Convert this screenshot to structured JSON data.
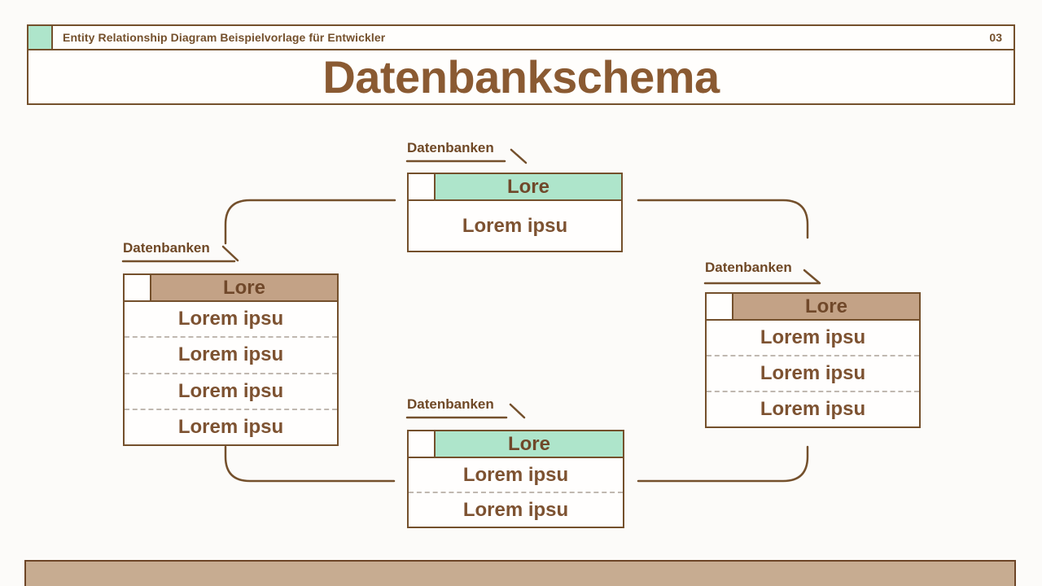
{
  "slide": {
    "kicker": "Entity Relationship Diagram Beispielvorlage für Entwickler",
    "page_number": "03",
    "title": "Datenbankschema"
  },
  "entities": {
    "top": {
      "label": "Datenbanken",
      "header": "Lore",
      "rows": [
        "Lorem ipsu"
      ]
    },
    "left": {
      "label": "Datenbanken",
      "header": "Lore",
      "rows": [
        "Lorem ipsu",
        "Lorem ipsu",
        "Lorem ipsu",
        "Lorem ipsu"
      ]
    },
    "right": {
      "label": "Datenbanken",
      "header": "Lore",
      "rows": [
        "Lorem ipsu",
        "Lorem ipsu",
        "Lorem ipsu"
      ]
    },
    "bottom": {
      "label": "Datenbanken",
      "header": "Lore",
      "rows": [
        "Lorem ipsu",
        "Lorem ipsu"
      ]
    }
  },
  "colors": {
    "brown": "#74502c",
    "title_brown": "#8a5a32",
    "teal": "#aee5cb",
    "tan": "#c3a286",
    "bottom_bar": "#c7ac91",
    "dash_gray": "#c0b8b0",
    "background": "#fcfbf9"
  }
}
